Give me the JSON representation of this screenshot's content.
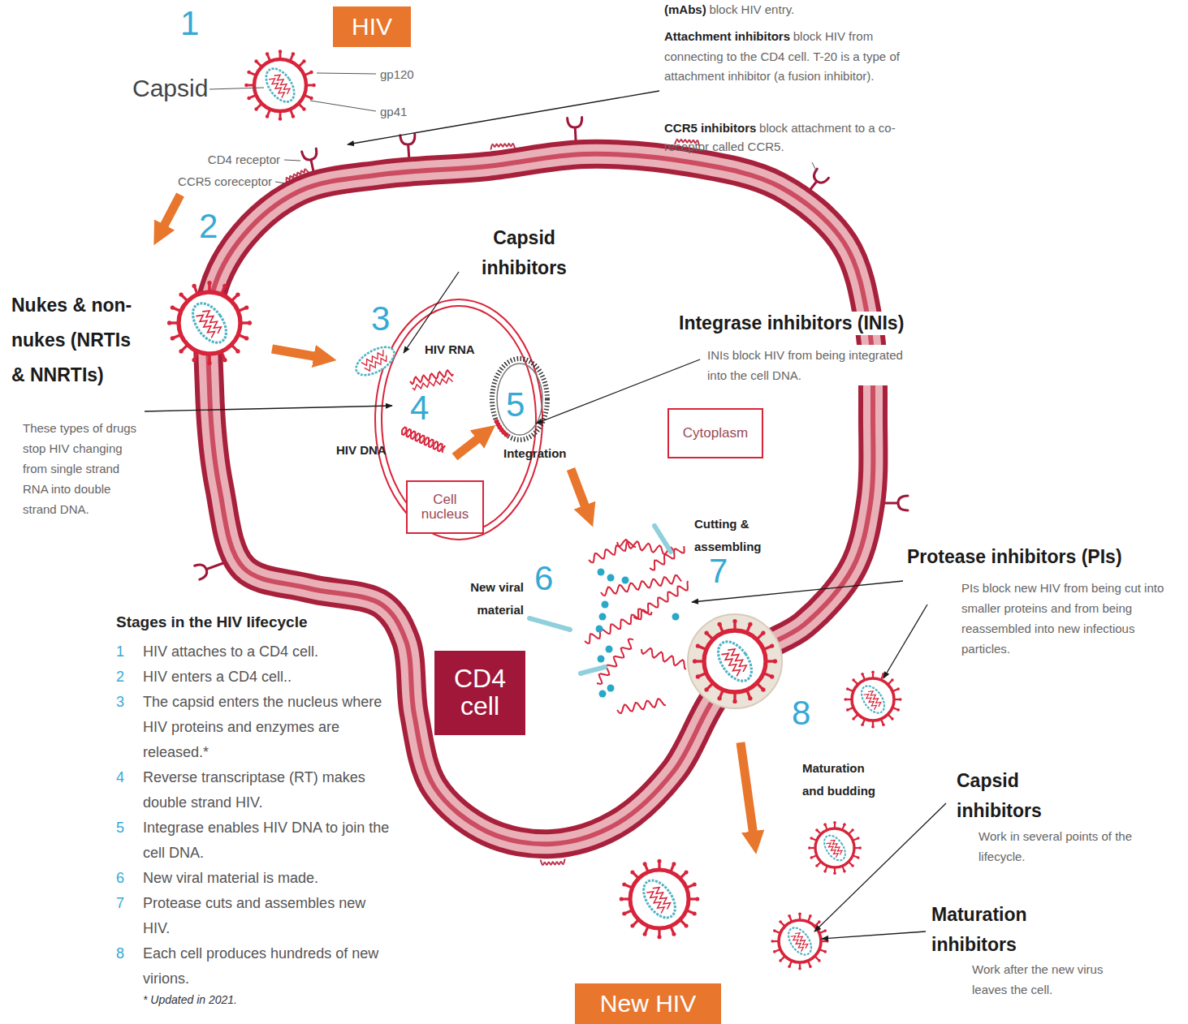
{
  "diagram": {
    "nodes": [
      {
        "text": [
          "HIV"
        ]
      },
      {
        "text": [
          "Cytoplasm"
        ]
      },
      {
        "text": [
          "Cell nucleus"
        ]
      },
      {
        "text": [
          "CD4 cell"
        ]
      },
      {
        "text": [
          "New HIV"
        ]
      }
    ],
    "labels": [
      "(mAbs)",
      "block HIV entry.",
      "1",
      "Capsid",
      "gp120",
      "gp41",
      "Attachment inhibitors",
      "block HIV from connecting to the CD4 cell. T-20 is a type of attachment inhibitor (a fusion inhibitor).",
      "CCR5 inhibitors",
      "block attachment to a co-receptor called CCR5.",
      "CD4 receptor",
      "CCR5 coreceptor",
      "2",
      "Capsid inhibitors",
      "Nukes & non-nukes (NRTIs & NNRTIs)",
      "These types of drugs stop HIV changing from single strand RNA into double strand DNA.",
      "3",
      "HIV RNA",
      "Integrase inhibitors (INIs)",
      "INIs block HIV from being integrated into the cell DNA.",
      "4",
      "5",
      "HIV DNA",
      "Integration",
      "Cutting & assembling",
      "New viral material",
      "6",
      "7",
      "Protease inhibitors (PIs)",
      "PIs block new HIV from being cut into smaller proteins and from being reassembled into new infectious particles.",
      "Stages in the HIV lifecycle",
      "1",
      "HIV attaches to a CD4 cell.",
      "2",
      "HIV enters a CD4 cell..",
      "3",
      "The capsid enters the nucleus where HIV proteins and enzymes are released.*",
      "4",
      "Reverse transcriptase (RT) makes double strand HIV.",
      "5",
      "Integrase enables HIV DNA to join the cell DNA.",
      "6",
      "New viral material is made.",
      "7",
      "Protease cuts and assembles new HIV.",
      "8",
      "Each cell produces hundreds of new virions.",
      "* Updated in 2021.",
      "8",
      "Maturation and budding",
      "Capsid inhibitors",
      "Work in several points of the lifecycle.",
      "Maturation inhibitors",
      "Work after the new virus leaves the cell."
    ]
  }
}
